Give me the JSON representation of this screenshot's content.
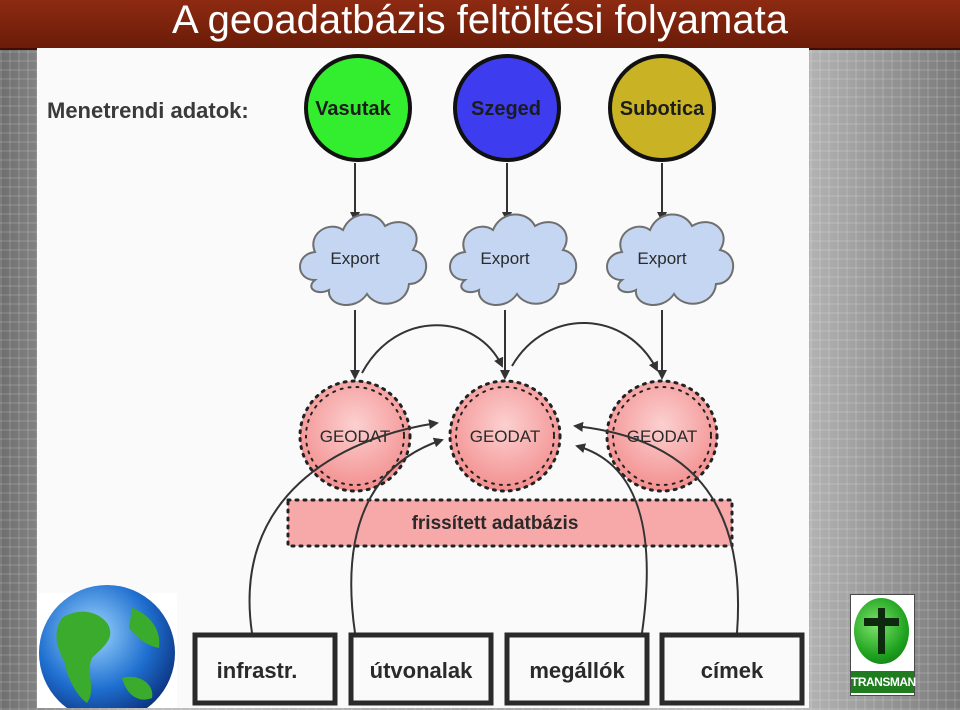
{
  "title": "A geoadatbázis feltöltési folyamata",
  "menetrendi_label": "Menetrendi adatok:",
  "sources": [
    {
      "label": "Vasutak",
      "color": "#33ee2e"
    },
    {
      "label": "Szeged",
      "color": "#3d3def"
    },
    {
      "label": "Subotica",
      "color": "#c9b324"
    }
  ],
  "exports": [
    "Export",
    "Export",
    "Export"
  ],
  "geodats": [
    "GEODAT",
    "GEODAT",
    "GEODAT"
  ],
  "updated_db": "frissített adatbázis",
  "boxes": [
    "infrastr.",
    "útvonalak",
    "megállók",
    "címek"
  ],
  "logo_text": "TRANSMAN",
  "colors": {
    "title_bar": "#7a230d",
    "cloud": "#c4d6f2",
    "geodat": "#f6a6a6",
    "db_bar": "#f7a9a9"
  }
}
